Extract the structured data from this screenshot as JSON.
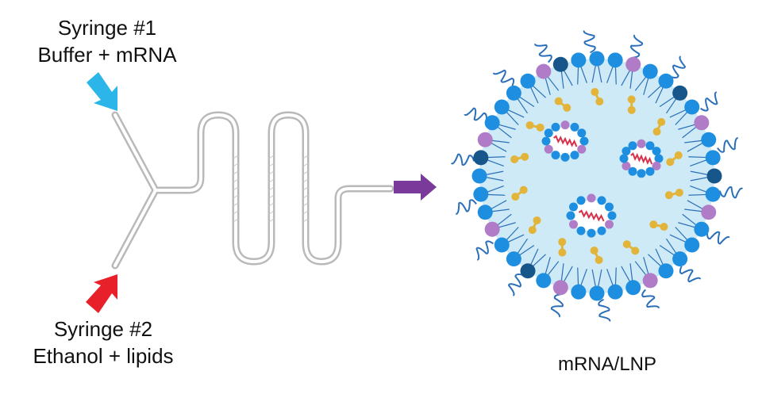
{
  "syringe1": {
    "name": "Syringe #1",
    "contents": "Buffer + mRNA"
  },
  "syringe2": {
    "name": "Syringe #2",
    "contents": "Ethanol + lipids"
  },
  "product": {
    "label": "mRNA/LNP"
  },
  "colors": {
    "syringe1_arrow": "#2bb5e8",
    "syringe2_arrow": "#e8202a",
    "output_arrow": "#7a3a9a",
    "channel": "#b9b9b9",
    "lnp_core": "#cdeaf6",
    "head_blue": "#1e8fe0",
    "head_dark": "#16568a",
    "head_purple": "#b07cc8",
    "lipid_tail": "#2b6fb8",
    "cholesterol": "#e2b43a",
    "mrna": "#d8304a"
  }
}
